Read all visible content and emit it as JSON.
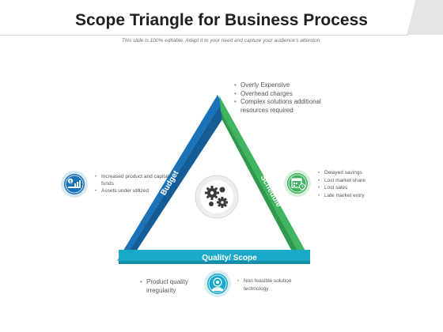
{
  "title": "Scope Triangle for Business Process",
  "subtitle": "This slide is 100% editable. Adapt it to your need and capture your audience's attention.",
  "colors": {
    "budget": "#1a72b8",
    "schedule": "#3fb55f",
    "quality": "#1aa9c9"
  },
  "sides": {
    "budget": {
      "label": "Budget",
      "icon": "dollar-coins-icon"
    },
    "schedule": {
      "label": "Schedule",
      "icon": "calendar-clock-icon"
    },
    "quality": {
      "label": "Quality/ Scope",
      "icon": "quality-badge-icon"
    }
  },
  "center_icon": "gears-icon",
  "top_points": [
    "Overly Expensive",
    "Overhead charges",
    "Complex solutions additional resources required"
  ],
  "budget_points": [
    "Increased product and capital funds",
    "Assets under utilized"
  ],
  "schedule_points": [
    "Delayed savings",
    "Lost market share",
    "Lost sales",
    "Late market entry"
  ],
  "quality_left_points": [
    "Product quality irregularity"
  ],
  "quality_right_points": [
    "Non feasible solution technology"
  ]
}
